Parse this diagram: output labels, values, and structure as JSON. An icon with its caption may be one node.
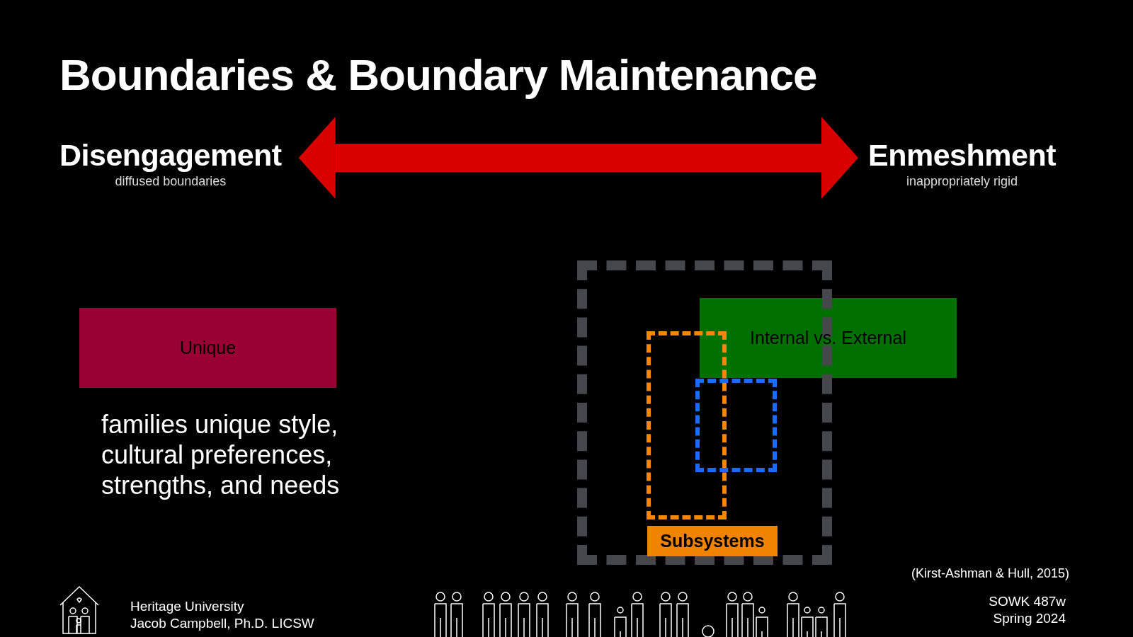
{
  "diagram": {
    "title": "Boundaries & Boundary Maintenance",
    "nodes": [
      {
        "text": [
          "Disengagement",
          "diffused boundaries"
        ]
      },
      {
        "text": [
          "Enmeshment",
          "inappropriately rigid"
        ]
      },
      {
        "text": [
          "Unique"
        ]
      },
      {
        "text": [],
        "shape": "box"
      },
      {
        "text": [],
        "shape": "box",
        "in": 3
      },
      {
        "text": [],
        "shape": "box",
        "in": 3
      },
      {
        "text": [
          "Internal vs. External"
        ]
      },
      {
        "text": [
          "Subsystems"
        ],
        "in": 3
      }
    ],
    "edges": [
      {
        "from": 0,
        "to": 1,
        "arrow": "both"
      }
    ],
    "labels": [
      "families unique style, cultural preferences, strengths, and needs",
      "(Kirst-Ashman & Hull, 2015)",
      "Heritage University",
      "Jacob Campbell, Ph.D. LICSW",
      "SOWK 487w",
      "Spring 2024"
    ]
  }
}
